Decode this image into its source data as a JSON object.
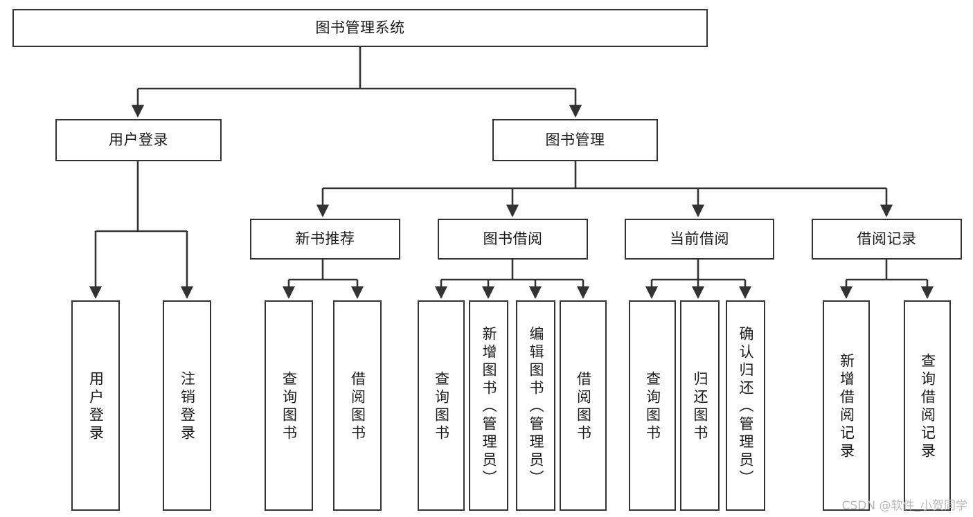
{
  "diagram": {
    "title": "图书管理系统",
    "watermark": "CSDN @软件_小贺同学",
    "colors": {
      "box_border": "#333333",
      "box_fill": "#ffffff",
      "edge": "#333333",
      "text": "#1a1a1a",
      "watermark": "#b9b9b9"
    },
    "root": {
      "label": "图书管理系统"
    },
    "level2": [
      {
        "label": "用户登录"
      },
      {
        "label": "图书管理"
      }
    ],
    "level3": [
      {
        "label": "新书推荐"
      },
      {
        "label": "图书借阅"
      },
      {
        "label": "当前借阅"
      },
      {
        "label": "借阅记录"
      }
    ],
    "leaves": {
      "user_login": [
        {
          "label": "用户登录"
        },
        {
          "label": "注销登录"
        }
      ],
      "new_book_recommend": [
        {
          "label": "查询图书"
        },
        {
          "label": "借阅图书"
        }
      ],
      "book_borrow": [
        {
          "label": "查询图书"
        },
        {
          "label": "新增图书（管理员）"
        },
        {
          "label": "编辑图书（管理员）"
        },
        {
          "label": "借阅图书"
        }
      ],
      "current_borrow": [
        {
          "label": "查询图书"
        },
        {
          "label": "归还图书"
        },
        {
          "label": "确认归还（管理员）"
        }
      ],
      "borrow_record": [
        {
          "label": "新增借阅记录"
        },
        {
          "label": "查询借阅记录"
        }
      ]
    }
  }
}
